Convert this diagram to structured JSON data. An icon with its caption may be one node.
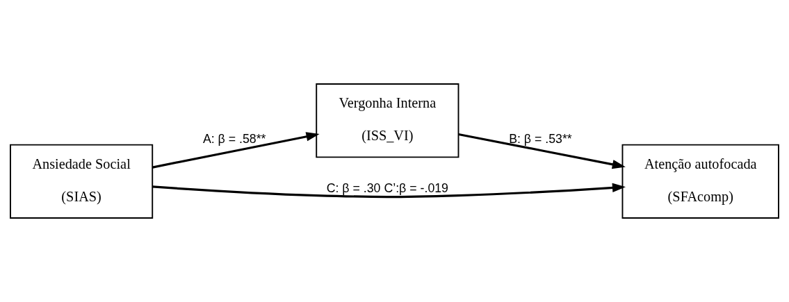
{
  "diagram": {
    "nodes": [
      {
        "text": [
          "Vergonha Interna",
          "(ISS_VI)"
        ]
      },
      {
        "text": [
          "Ansiedade Social",
          "(SIAS)"
        ]
      },
      {
        "text": [
          "Atenção autofocada",
          "(SFAcomp)"
        ]
      }
    ],
    "edges": [
      {
        "from": 1,
        "to": 0,
        "arrow": "to",
        "label": "A: β = .58**"
      },
      {
        "from": 0,
        "to": 2,
        "arrow": "to",
        "label": "B: β = .53**"
      },
      {
        "from": 1,
        "to": 2,
        "arrow": "to",
        "label": "C: β = .30 C’:β = -.019"
      }
    ]
  }
}
